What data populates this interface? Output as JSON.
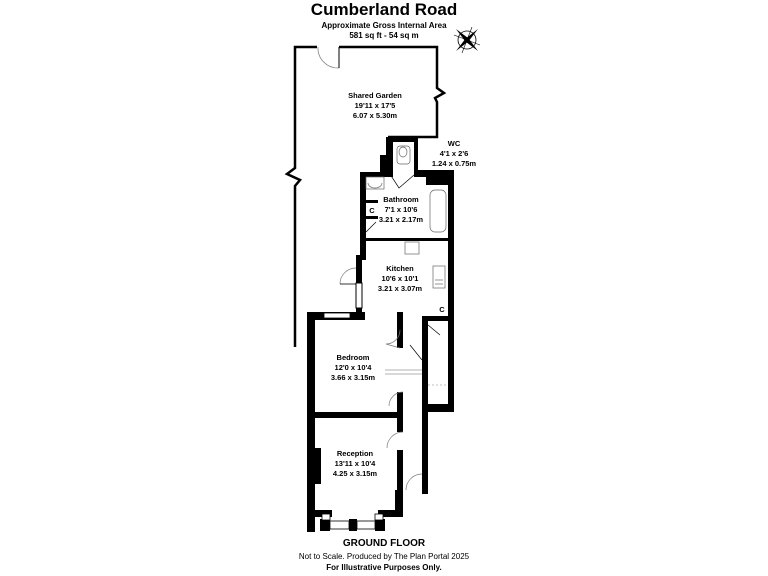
{
  "header": {
    "title": "Cumberland Road",
    "subtitle": "Approximate Gross Internal Area",
    "area": "581 sq ft - 54 sq m",
    "compass_icon": "compass-rose-icon"
  },
  "rooms": [
    {
      "name": "Shared Garden",
      "imperial": "19'11 x 17'5",
      "metric": "6.07 x 5.30m"
    },
    {
      "name": "WC",
      "imperial": "4'1 x 2'6",
      "metric": "1.24 x 0.75m"
    },
    {
      "name": "Bathroom",
      "imperial": "7'1 x 10'6",
      "metric": "3.21 x 2.17m"
    },
    {
      "name": "Kitchen",
      "imperial": "10'6 x 10'1",
      "metric": "3.21 x 3.07m"
    },
    {
      "name": "Bedroom",
      "imperial": "12'0 x 10'4",
      "metric": "3.66 x 3.15m"
    },
    {
      "name": "Reception",
      "imperial": "13'11 x 10'4",
      "metric": "4.25 x 3.15m"
    }
  ],
  "cupboards": [
    "C",
    "C"
  ],
  "footer": {
    "floor": "GROUND FLOOR",
    "note": "Not to Scale. Produced by The Plan Portal 2025",
    "disclaimer": "For Illustrative Purposes Only."
  }
}
